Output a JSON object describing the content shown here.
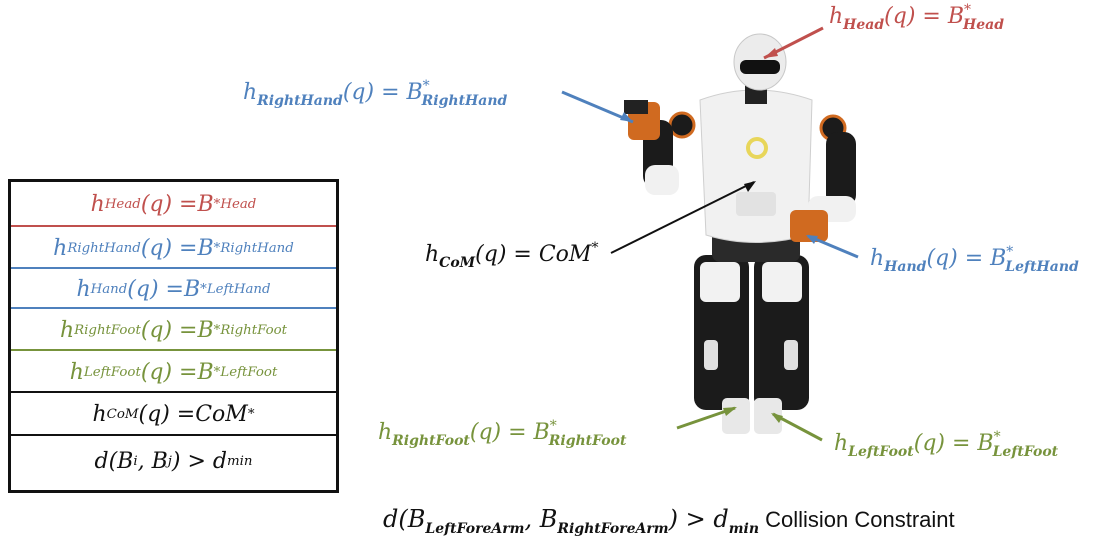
{
  "stack_rows": [
    {
      "fn": "h",
      "sub": "Head",
      "eq": "(q) = ",
      "rhs": "B",
      "sup": "*",
      "rhs_sub": "Head",
      "color": "#c0504d"
    },
    {
      "fn": "h",
      "sub": "RightHand",
      "eq": "(q) = ",
      "rhs": "B",
      "sup": "*",
      "rhs_sub": "RightHand",
      "color": "#4f81bd"
    },
    {
      "fn": "h",
      "sub": "Hand",
      "eq": "(q) = ",
      "rhs": "B",
      "sup": "*",
      "rhs_sub": "LeftHand",
      "color": "#4f81bd"
    },
    {
      "fn": "h",
      "sub": "RightFoot",
      "eq": "(q) = ",
      "rhs": "B",
      "sup": "*",
      "rhs_sub": "RightFoot",
      "color": "#77933c"
    },
    {
      "fn": "h",
      "sub": "LeftFoot",
      "eq": "(q) = ",
      "rhs": "B",
      "sup": "*",
      "rhs_sub": "LeftFoot",
      "color": "#77933c"
    },
    {
      "fn": "h",
      "sub": "CoM",
      "eq": "(q) = ",
      "rhs": "CoM",
      "sup": "*",
      "rhs_sub": "",
      "color": "#111111"
    },
    {
      "fn": "d(B",
      "sub": "i",
      "eq": ", B",
      "rhs": "",
      "sup": "",
      "rhs_sub": "j",
      "tail": ") > d",
      "tail_sub": "min",
      "color": "#111111"
    }
  ],
  "callouts": {
    "head": {
      "fn": "h",
      "sub": "Head",
      "eq": "(q) = B",
      "sup": "*",
      "rhs_sub": "Head",
      "color": "#c0504d"
    },
    "right_hand": {
      "fn": "h",
      "sub": "RightHand",
      "eq": "(q) = B",
      "sup": "*",
      "rhs_sub": "RightHand",
      "color": "#4f81bd"
    },
    "com": {
      "fn": "h",
      "sub": "CoM",
      "eq": "(q) = CoM",
      "sup": "*",
      "rhs_sub": "",
      "color": "#111111"
    },
    "left_hand": {
      "fn": "h",
      "sub": "Hand",
      "eq": "(q) = B",
      "sup": "*",
      "rhs_sub": "LeftHand",
      "color": "#4f81bd"
    },
    "right_foot": {
      "fn": "h",
      "sub": "RightFoot",
      "eq": "(q) = B",
      "sup": "*",
      "rhs_sub": "RightFoot",
      "color": "#77933c"
    },
    "left_foot": {
      "fn": "h",
      "sub": "LeftFoot",
      "eq": "(q) = B",
      "sup": "*",
      "rhs_sub": "LeftFoot",
      "color": "#77933c"
    }
  },
  "collision": {
    "fn": "d(B",
    "sub1": "LeftForeArm",
    "mid": ", B",
    "sub2": "RightForeArm",
    "tail": ") > d",
    "sub3": "min",
    "label": "Collision Constraint"
  }
}
